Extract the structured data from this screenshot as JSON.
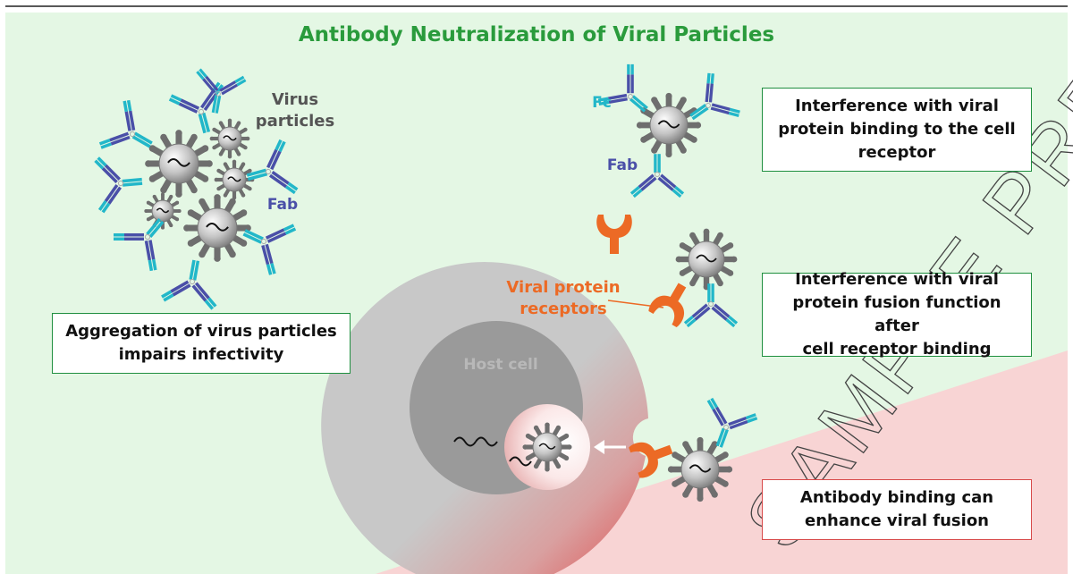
{
  "title": "Antibody Neutralization of Viral Particles",
  "labels": {
    "virus_particles": "Virus\nparticles",
    "fab_left": "Fab",
    "fc_top": "Fc",
    "fab_top": "Fab",
    "viral_protein_receptors": "Viral protein\nreceptors",
    "host_cell": "Host cell",
    "watermark": "SAMPLE PREVIEW"
  },
  "boxes": {
    "aggregation": "Aggregation of virus particles\nimpairs infectivity",
    "binding_interference": "Interference with viral\nprotein binding to the cell\nreceptor",
    "fusion_interference": "Interference with viral\nprotein fusion function after\ncell receptor binding",
    "enhancement": "Antibody binding can\nenhance viral fusion"
  },
  "colors": {
    "title": "#2a9b3c",
    "green_bg": "#e4f7e4",
    "red_bg": "#f8d4d4",
    "antibody_fc": "#22b7c9",
    "antibody_fab": "#4a4fa8",
    "receptor": "#ec6a25",
    "virus": "#8c8c8c",
    "host_cell": "#c9c9c9",
    "nucleus": "#9a9a9a"
  }
}
